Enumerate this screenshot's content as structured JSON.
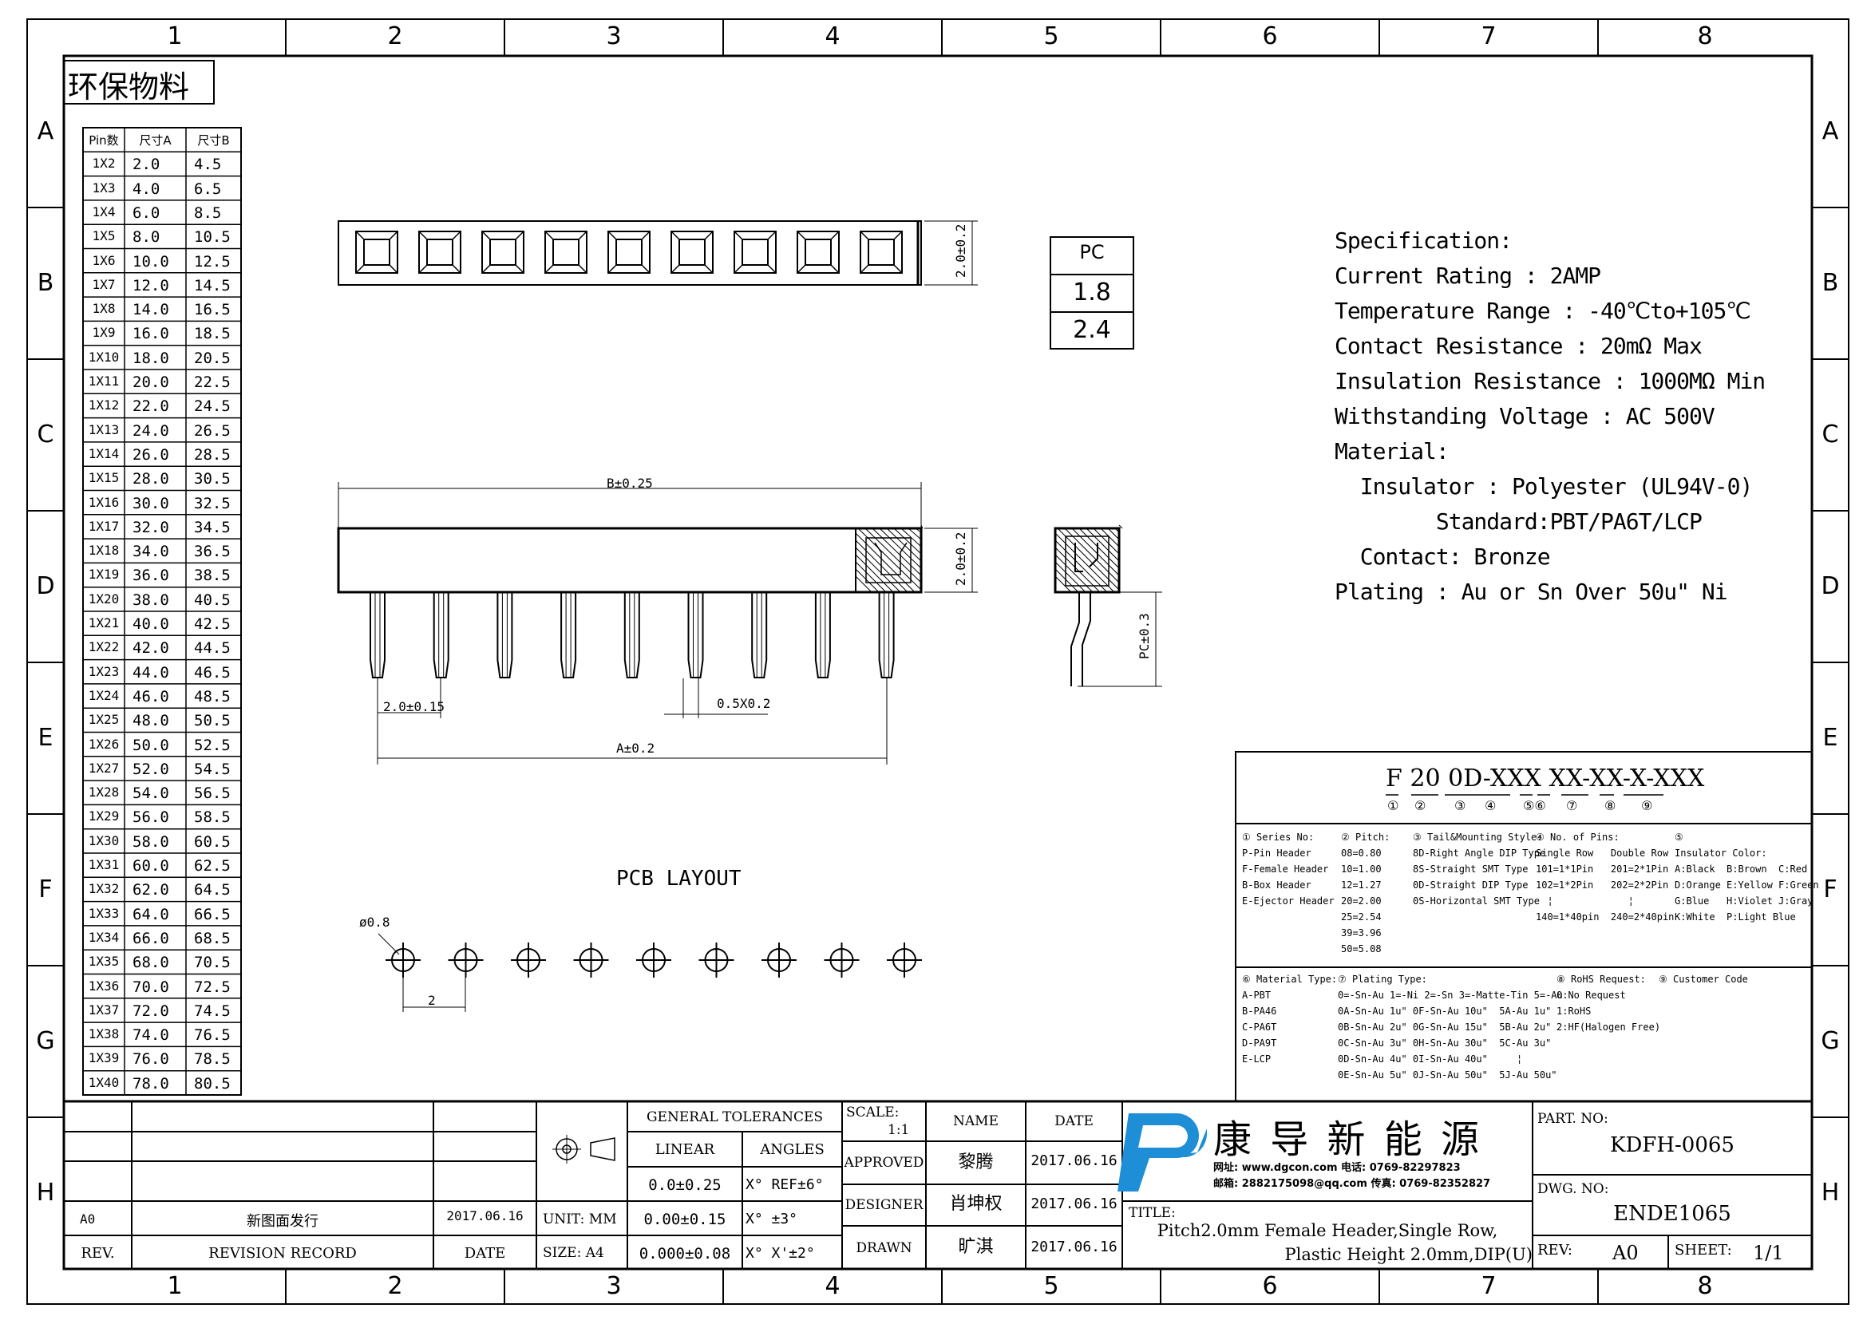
{
  "frame": {
    "columns": [
      "1",
      "2",
      "3",
      "4",
      "5",
      "6",
      "7",
      "8"
    ],
    "rows": [
      "A",
      "B",
      "C",
      "D",
      "E",
      "F",
      "G",
      "H"
    ]
  },
  "material_tag": "环保物料",
  "pin_table": {
    "headers": [
      "Pin数",
      "尺寸A",
      "尺寸B"
    ],
    "rows": [
      [
        "1X2",
        "2.0",
        "4.5"
      ],
      [
        "1X3",
        "4.0",
        "6.5"
      ],
      [
        "1X4",
        "6.0",
        "8.5"
      ],
      [
        "1X5",
        "8.0",
        "10.5"
      ],
      [
        "1X6",
        "10.0",
        "12.5"
      ],
      [
        "1X7",
        "12.0",
        "14.5"
      ],
      [
        "1X8",
        "14.0",
        "16.5"
      ],
      [
        "1X9",
        "16.0",
        "18.5"
      ],
      [
        "1X10",
        "18.0",
        "20.5"
      ],
      [
        "1X11",
        "20.0",
        "22.5"
      ],
      [
        "1X12",
        "22.0",
        "24.5"
      ],
      [
        "1X13",
        "24.0",
        "26.5"
      ],
      [
        "1X14",
        "26.0",
        "28.5"
      ],
      [
        "1X15",
        "28.0",
        "30.5"
      ],
      [
        "1X16",
        "30.0",
        "32.5"
      ],
      [
        "1X17",
        "32.0",
        "34.5"
      ],
      [
        "1X18",
        "34.0",
        "36.5"
      ],
      [
        "1X19",
        "36.0",
        "38.5"
      ],
      [
        "1X20",
        "38.0",
        "40.5"
      ],
      [
        "1X21",
        "40.0",
        "42.5"
      ],
      [
        "1X22",
        "42.0",
        "44.5"
      ],
      [
        "1X23",
        "44.0",
        "46.5"
      ],
      [
        "1X24",
        "46.0",
        "48.5"
      ],
      [
        "1X25",
        "48.0",
        "50.5"
      ],
      [
        "1X26",
        "50.0",
        "52.5"
      ],
      [
        "1X27",
        "52.0",
        "54.5"
      ],
      [
        "1X28",
        "54.0",
        "56.5"
      ],
      [
        "1X29",
        "56.0",
        "58.5"
      ],
      [
        "1X30",
        "58.0",
        "60.5"
      ],
      [
        "1X31",
        "60.0",
        "62.5"
      ],
      [
        "1X32",
        "62.0",
        "64.5"
      ],
      [
        "1X33",
        "64.0",
        "66.5"
      ],
      [
        "1X34",
        "66.0",
        "68.5"
      ],
      [
        "1X35",
        "68.0",
        "70.5"
      ],
      [
        "1X36",
        "70.0",
        "72.5"
      ],
      [
        "1X37",
        "72.0",
        "74.5"
      ],
      [
        "1X38",
        "74.0",
        "76.5"
      ],
      [
        "1X39",
        "76.0",
        "78.5"
      ],
      [
        "1X40",
        "78.0",
        "80.5"
      ]
    ]
  },
  "dimensions": {
    "height_top": "2.0±0.2",
    "length_b": "B±0.25",
    "height_front": "2.0±0.2",
    "pitch": "2.0±0.15",
    "pin_size": "0.5X0.2",
    "length_a": "A±0.2",
    "pc": "PC±0.3"
  },
  "pc_table": {
    "header": "PC",
    "values": [
      "1.8",
      "2.4"
    ]
  },
  "pcb_layout": {
    "title": "PCB LAYOUT",
    "hole": "ø0.8",
    "pitch": "2"
  },
  "spec": {
    "title": "Specification:",
    "lines": [
      "Current Rating : 2AMP",
      "Temperature Range : -40℃to+105℃",
      "Contact Resistance : 20mΩ Max",
      "Insulation Resistance : 1000MΩ Min",
      "Withstanding Voltage : AC 500V",
      "Material:",
      "  Insulator : Polyester (UL94V-0)",
      "        Standard:PBT/PA6T/LCP",
      "  Contact: Bronze",
      "Plating : Au or Sn Over 50u\" Ni"
    ]
  },
  "part_code": {
    "segments": [
      "F",
      "20",
      "0D-XXX",
      "X",
      "X-XX-X-XXX"
    ],
    "numbers": [
      "①",
      "②",
      "③",
      "④",
      "⑤⑥",
      "⑦",
      "⑧",
      "⑨"
    ],
    "series": [
      "① Series No:",
      "P-Pin Header",
      "F-Female Header",
      "B-Box Header",
      "E-Ejector Header"
    ],
    "pitch": [
      "② Pitch:",
      "08=0.80",
      "10=1.00",
      "12=1.27",
      "20=2.00",
      "25=2.54",
      "39=3.96",
      "50=5.08"
    ],
    "tail": [
      "③ Tail&Mounting Style:",
      "8D-Right Angle DIP Type",
      "8S-Straight SMT Type",
      "0D-Straight DIP Type",
      "0S-Horizontal SMT Type"
    ],
    "pins": [
      "④ No. of Pins:",
      "Single Row   Double Row",
      "101=1*1Pin   201=2*1Pin",
      "102=1*2Pin   202=2*2Pin",
      "  ¦             ¦",
      "140=1*40pin  240=2*40pin"
    ],
    "insulator": [
      "⑤",
      "Insulator Color:",
      "A:Black  B:Brown  C:Red",
      "D:Orange E:Yellow F:Green",
      "G:Blue   H:Violet J:Gray",
      "K:White  P:Light Blue"
    ],
    "material": [
      "⑥ Material Type:",
      "A-PBT",
      "B-PA46",
      "C-PA6T",
      "D-PA9T",
      "E-LCP"
    ],
    "plating": [
      "⑦ Plating Type:",
      "0=-Sn-Au 1=-Ni 2=-Sn 3=-Matte-Tin 5=-Au",
      "0A-Sn-Au 1u\" 0F-Sn-Au 10u\"  5A-Au 1u\"",
      "0B-Sn-Au 2u\" 0G-Sn-Au 15u\"  5B-Au 2u\"",
      "0C-Sn-Au 3u\" 0H-Sn-Au 30u\"  5C-Au 3u\"",
      "0D-Sn-Au 4u\" 0I-Sn-Au 40u\"     ¦",
      "0E-Sn-Au 5u\" 0J-Sn-Au 50u\"  5J-Au 50u\""
    ],
    "rohs": [
      "⑧ RoHS Request:",
      "0:No Request",
      "1:RoHS",
      "2:HF(Halogen Free)"
    ],
    "customer": [
      "⑨ Customer Code"
    ]
  },
  "title_block": {
    "rev_rows": [
      [
        "A0",
        "新图面发行",
        "2017.06.16"
      ]
    ],
    "rev_header": [
      "REV.",
      "REVISION RECORD",
      "DATE"
    ],
    "general_tolerances": "GENERAL TOLERANCES",
    "linear": "LINEAR",
    "angles": "ANGLES",
    "tol_rows": [
      [
        "0.0±0.25",
        "X° REF±6°"
      ],
      [
        "0.00±0.15",
        "X° ±3°"
      ],
      [
        "0.000±0.08",
        "X° X'±2°"
      ]
    ],
    "unit": "UNIT: MM",
    "size": "SIZE: A4",
    "scale_label": "SCALE:",
    "scale": "1:1",
    "name_label": "NAME",
    "date_label": "DATE",
    "approved": "APPROVED",
    "designer": "DESIGNER",
    "drawn": "DRAWN",
    "approved_name": "黎腾",
    "designer_name": "肖坤权",
    "drawn_name": "旷淇",
    "approved_date": "2017.06.16",
    "designer_date": "2017.06.16",
    "drawn_date": "2017.06.16",
    "company": "康 导 新 能 源",
    "web": "网址: www.dgcon.com   电话: 0769-82297823",
    "mail": "邮箱: 2882175098@qq.com  传真: 0769-82352827",
    "title_label": "TITLE:",
    "title_line1": "Pitch2.0mm Female Header,Single Row,",
    "title_line2": "Plastic Height 2.0mm,DIP(U)",
    "part_no_label": "PART. NO:",
    "part_no": "KDFH-0065",
    "dwg_no_label": "DWG. NO:",
    "dwg_no": "ENDE1065",
    "rev_label": "REV:",
    "rev": "A0",
    "sheet_label": "SHEET:",
    "sheet": "1/1"
  },
  "colors": {
    "logo_blue": "#1e8fd6",
    "ink": "#000000"
  }
}
